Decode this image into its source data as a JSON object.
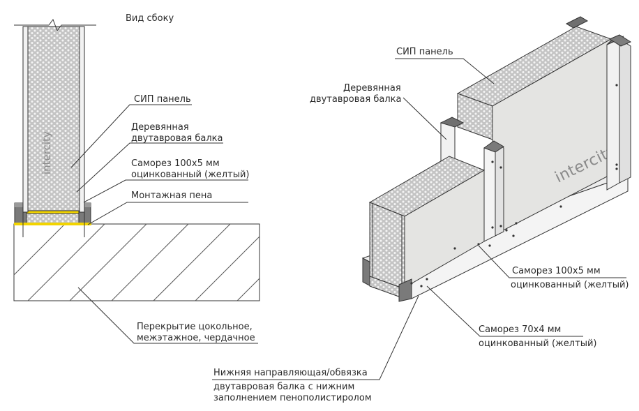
{
  "side_view": {
    "title": "Вид сбоку",
    "brand": "intercity",
    "labels": {
      "sip_panel": "СИП панель",
      "beam_1": "Деревянная",
      "beam_2": "двутавровая балка",
      "screw_1": "Саморез 100х5 мм",
      "screw_2": "оцинкованный (желтый)",
      "foam": "Монтажная пена",
      "floor_1": "Перекрытие цокольное,",
      "floor_2": "межэтажное, чердачное"
    }
  },
  "iso_view": {
    "brand": "intercity",
    "labels": {
      "sip_panel": "СИП панель",
      "beam_1": "Деревянная",
      "beam_2": "двутавровая балка",
      "screw100_1": "Саморез 100х5 мм",
      "screw100_2": "оцинкованный (желтый)",
      "screw70_1": "Саморез 70х4 мм",
      "screw70_2": "оцинкованный (желтый)",
      "rail_1": "Нижняя направляющая/обвязка",
      "rail_2": "двутавровая балка с нижним",
      "rail_3": "заполнением пенополистиролом"
    }
  },
  "colors": {
    "foam_fill": "#c9c9c9",
    "panel_face": "#e6e6e4",
    "wood": "#ececec",
    "dark_cap": "#6f6f6f",
    "yellow_foam": "#f2d400",
    "line": "#333333"
  }
}
